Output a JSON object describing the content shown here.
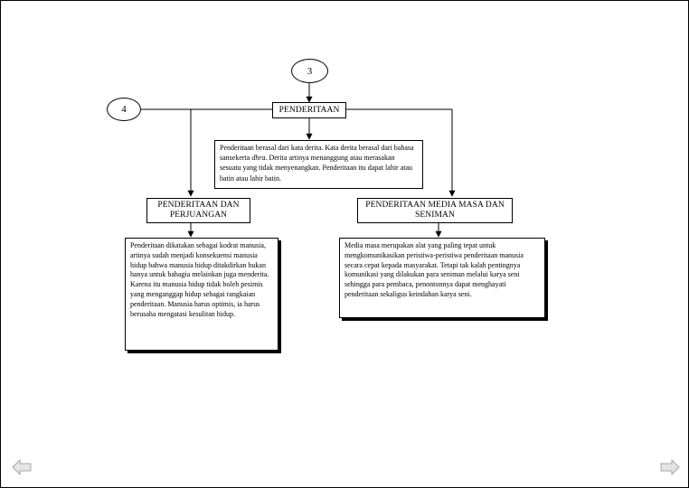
{
  "connectors": {
    "circle_top": "3",
    "circle_left": "4"
  },
  "nodes": {
    "main": "PENDERITAAN",
    "definition": {
      "part1": "Penderitaan berasal dari kata derita. Kata derita berasal dari bahasa sansekerta ",
      "italic": "dhra",
      "part2": ". Derita artinya menanggung atau merasakan sesuatu yang tidak menyenangkan. Penderitaan itu dapat lahir atau batin atau lahir batin."
    },
    "left_title": "PENDERITAAN DAN PERJUANGAN",
    "left_text": "Penderitaan dikatakan sebagai kodrat manusia, artinya sudah menjadi konsekuensi manusia hidup bahwa manusia hidup ditakdirkan bukan hanya untuk bahagia melainkan juga menderita. Karena itu manusia hidup tidak boleh pesimis yang menganggap hidup sebagai rangkaian penderitaan. Manusia harus optimis, ia harus berusaha mengatasi kesulitan hidup.",
    "right_title": "PENDERITAAN MEDIA MASA DAN SENIMAN",
    "right_text": "Media masa merupakan alat yang paling tepat untuk mengkomunikasikan peristiwa-peristiwa penderitaan manusia secara cepat kepada masyarakat. Tetapi tak kalah pentingnya komunikasi yang dilakukan para seniman melalui karya seni sehingga para pembaca, penontonnya dapat menghayati penderitaan sekaligus keindahan karya seni."
  },
  "nav": {
    "prev_icon": "arrow-left-icon",
    "next_icon": "arrow-right-icon",
    "icon_color": "#c0c0c0"
  }
}
